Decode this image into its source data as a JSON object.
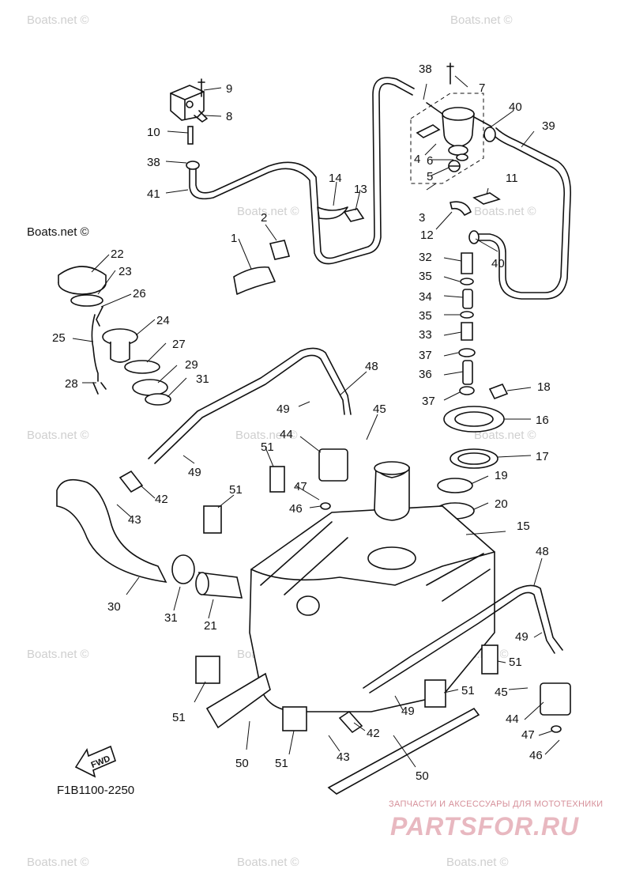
{
  "diagram": {
    "code": "F1B1100-2250",
    "direction_arrow": "FWD",
    "labels": {
      "p1": "1",
      "p2": "2",
      "p3": "3",
      "p4": "4",
      "p5": "5",
      "p6": "6",
      "p7": "7",
      "p8": "8",
      "p9": "9",
      "p10": "10",
      "p11": "11",
      "p12": "12",
      "p13": "13",
      "p14": "14",
      "p15": "15",
      "p16": "16",
      "p17": "17",
      "p18": "18",
      "p19": "19",
      "p20": "20",
      "p21": "21",
      "p22": "22",
      "p23": "23",
      "p24": "24",
      "p25": "25",
      "p26": "26",
      "p27": "27",
      "p28": "28",
      "p29": "29",
      "p30": "30",
      "p31": "31",
      "p32": "32",
      "p33": "33",
      "p34": "34",
      "p35": "35",
      "p36": "36",
      "p37": "37",
      "p38": "38",
      "p39": "39",
      "p40": "40",
      "p41": "41",
      "p42": "42",
      "p43": "43",
      "p44": "44",
      "p45": "45",
      "p46": "46",
      "p47": "47",
      "p48": "48",
      "p49": "49",
      "p50": "50",
      "p51": "51"
    }
  },
  "watermarks": {
    "boats": "Boats.net ©"
  },
  "shop_logo": {
    "tagline": "ЗАПЧАСТИ И АКСЕССУАРЫ ДЛЯ МОТОТЕХНИКИ",
    "name": "PARTSFOR.RU"
  }
}
